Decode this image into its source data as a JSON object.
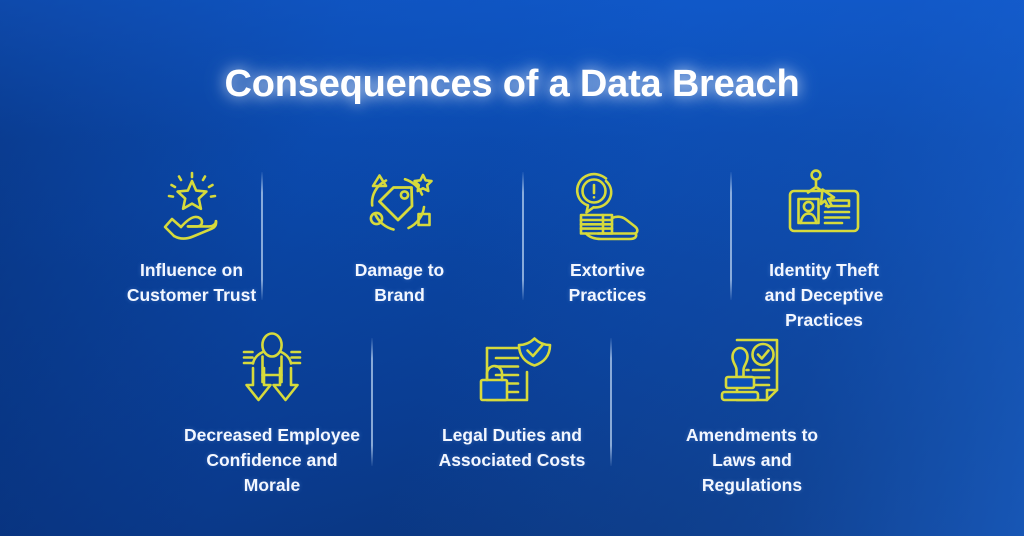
{
  "page": {
    "title": "Consequences of a Data Breach",
    "background_color_top": "#0b51b8",
    "background_color_bottom_left": "#0c2f6d",
    "background_color_bottom_right": "#1565d8",
    "icon_color": "#d6da3c",
    "text_color": "#f3f7ff"
  },
  "rows": [
    {
      "items": [
        {
          "icon": "hand-holding-star-icon",
          "label": "Influence on\nCustomer Trust"
        },
        {
          "icon": "price-tag-circle-icon",
          "label": "Damage to\nBrand"
        },
        {
          "icon": "hand-money-warning-icon",
          "label": "Extortive\nPractices"
        },
        {
          "icon": "id-badge-cursor-icon",
          "label": "Identity Theft\nand Deceptive\nPractices"
        }
      ]
    },
    {
      "items": [
        {
          "icon": "person-down-arrows-icon",
          "label": "Decreased Employee\nConfidence and\nMorale"
        },
        {
          "icon": "document-lock-shield-icon",
          "label": "Legal Duties and\nAssociated Costs"
        },
        {
          "icon": "stamp-document-check-icon",
          "label": "Amendments to\nLaws and\nRegulations"
        }
      ]
    }
  ],
  "dividers": [
    {
      "name": "divider-row1-1"
    },
    {
      "name": "divider-row1-2"
    },
    {
      "name": "divider-row1-3"
    },
    {
      "name": "divider-row2-1"
    },
    {
      "name": "divider-row2-2"
    }
  ]
}
